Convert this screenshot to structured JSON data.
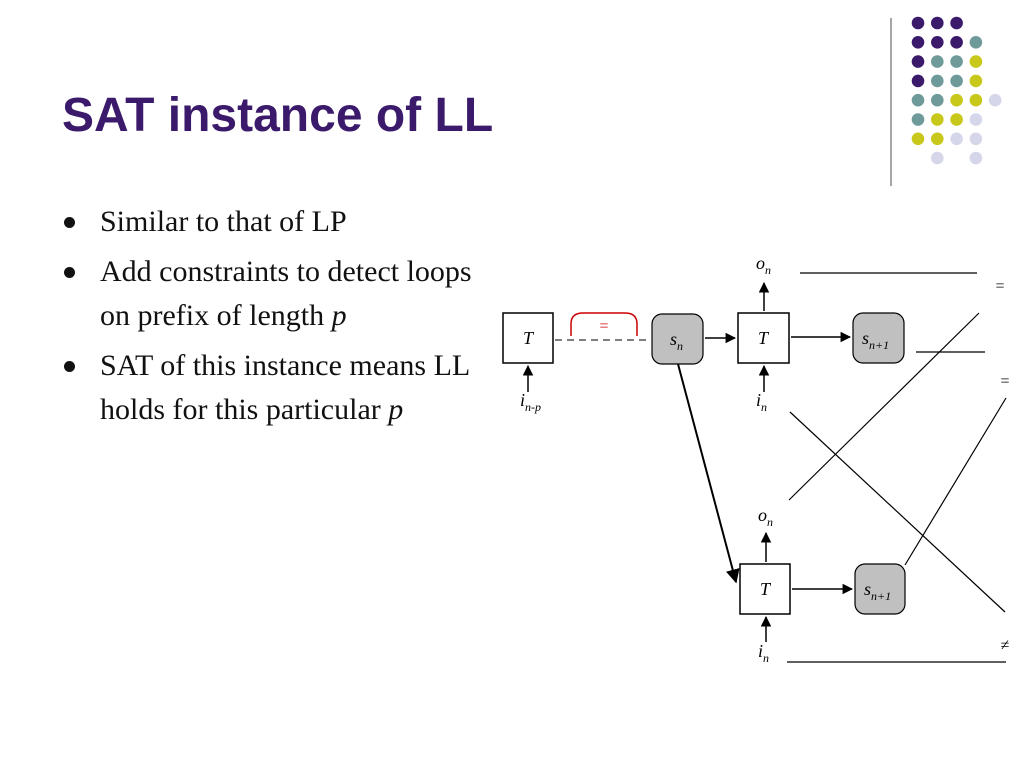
{
  "slide": {
    "title": "SAT instance of LL",
    "bullets": [
      {
        "text": "Similar to that of LP",
        "italic": ""
      },
      {
        "text": "Add constraints to detect loops on prefix of length ",
        "italic": "p"
      },
      {
        "text": "SAT of this instance means LL holds for this particular ",
        "italic": "p"
      }
    ]
  },
  "diagram": {
    "t_label": "T",
    "eq_label": "=",
    "neq_label": "≠",
    "s_base": "s",
    "sub_n": "n",
    "sub_n1": "n+1",
    "sub_np": "n-p",
    "o_base": "o",
    "i_base": "i"
  },
  "colors": {
    "title": "#3b1a6b",
    "purple": "#3b1a6b",
    "teal": "#6f9a9a",
    "yellow": "#c8c81a",
    "lavender": "#d6d6ea",
    "state_fill": "#c0c0c0",
    "highlight": "#cc0000"
  }
}
